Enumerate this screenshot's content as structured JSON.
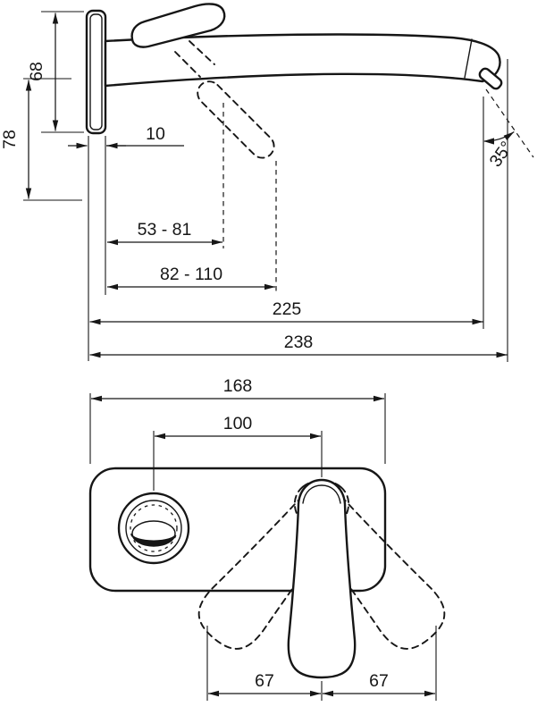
{
  "colors": {
    "line": "#161616",
    "background": "#ffffff"
  },
  "side_view": {
    "dim_68": "68",
    "dim_78": "78",
    "dim_10": "10",
    "dim_53_81": "53 - 81",
    "dim_82_110": "82 - 110",
    "dim_225": "225",
    "dim_238": "238",
    "spray_angle": "35°"
  },
  "front_view": {
    "dim_168": "168",
    "dim_100": "100",
    "dim_67_left": "67",
    "dim_67_right": "67"
  }
}
